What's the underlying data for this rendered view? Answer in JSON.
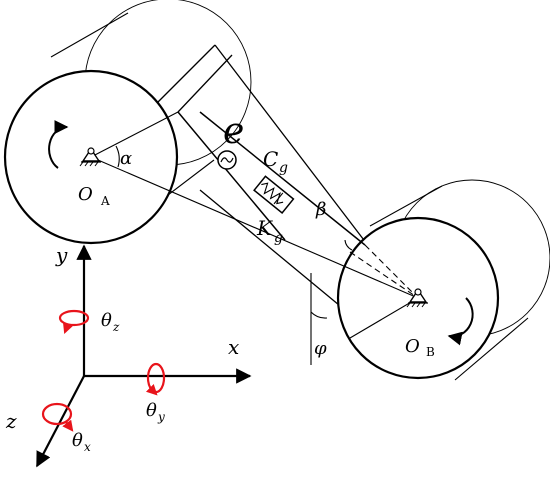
{
  "labels": {
    "point_a": "O",
    "point_a_sub": "A",
    "point_b": "O",
    "point_b_sub": "B",
    "alpha": "α",
    "beta": "β",
    "phi": "φ",
    "excitation": "e",
    "damping": "C",
    "damping_sub": "g",
    "stiffness": "K",
    "stiffness_sub": "g"
  },
  "axes": {
    "x": "x",
    "y": "y",
    "z": "z",
    "theta_x": "θ",
    "theta_x_sub": "x",
    "theta_y": "θ",
    "theta_y_sub": "y",
    "theta_z": "θ",
    "theta_z_sub": "z"
  },
  "colors": {
    "ink": "#000000",
    "rotation_arrow": "#e8141b"
  }
}
